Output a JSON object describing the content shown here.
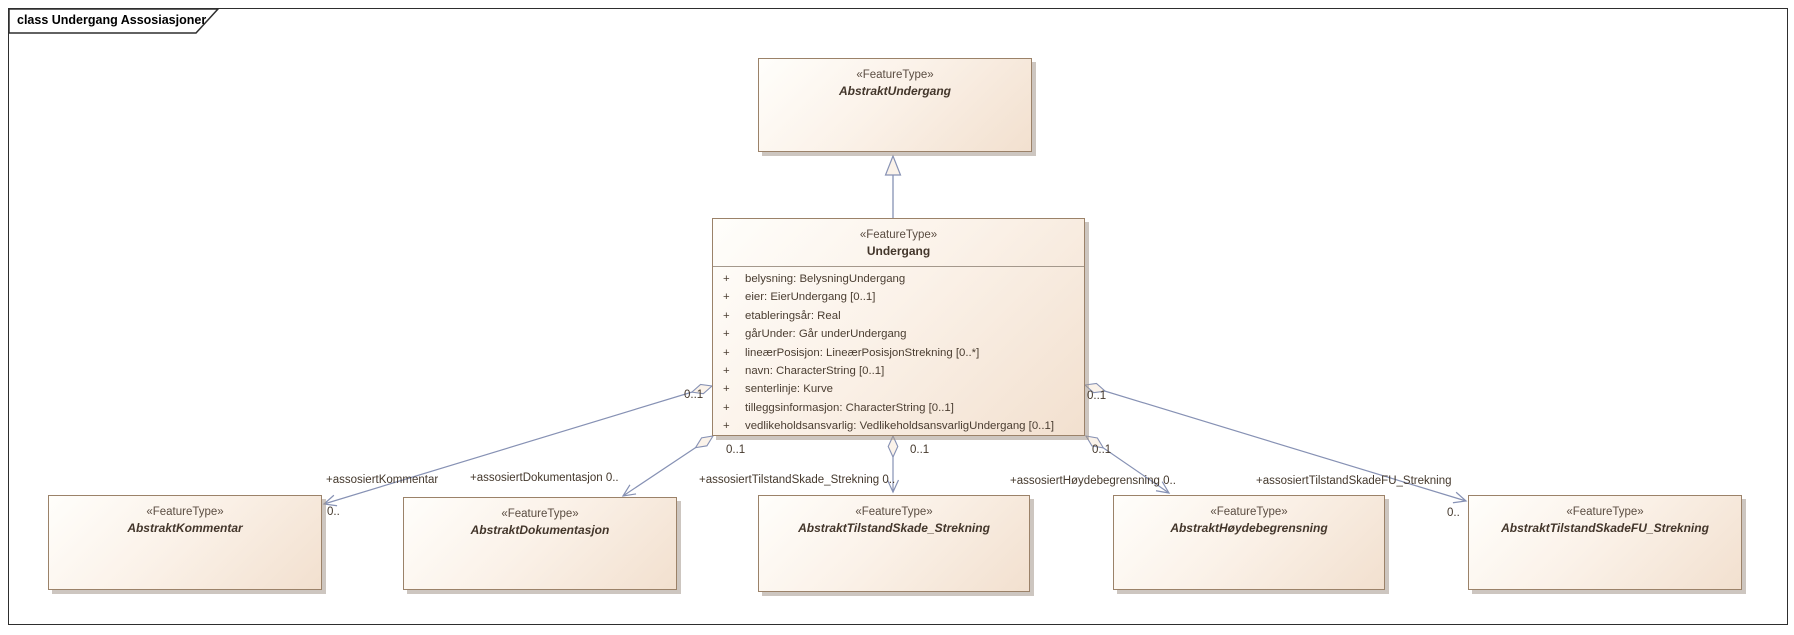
{
  "frame": {
    "label": "class Undergang Assosiasjoner"
  },
  "classes": {
    "abstraktUndergang": {
      "stereotype": "«FeatureType»",
      "name": "AbstraktUndergang"
    },
    "undergang": {
      "stereotype": "«FeatureType»",
      "name": "Undergang",
      "visibility": "+",
      "attributes": [
        "belysning: BelysningUndergang",
        "eier: EierUndergang [0..1]",
        "etableringsår: Real",
        "gårUnder: Går underUndergang",
        "lineærPosisjon: LineærPosisjonStrekning [0..*]",
        "navn: CharacterString [0..1]",
        "senterlinje: Kurve",
        "tilleggsinformasjon: CharacterString [0..1]",
        "vedlikeholdsansvarlig: VedlikeholdsansvarligUndergang [0..1]"
      ]
    },
    "abstraktKommentar": {
      "stereotype": "«FeatureType»",
      "name": "AbstraktKommentar"
    },
    "abstraktDokumentasjon": {
      "stereotype": "«FeatureType»",
      "name": "AbstraktDokumentasjon"
    },
    "abstraktTilstandSkadeStrekning": {
      "stereotype": "«FeatureType»",
      "name": "AbstraktTilstandSkade_Strekning"
    },
    "abstraktHoydebegrensning": {
      "stereotype": "«FeatureType»",
      "name": "AbstraktHøydebegrensning"
    },
    "abstraktTilstandSkadeFUStrekning": {
      "stereotype": "«FeatureType»",
      "name": "AbstraktTilstandSkadeFU_Strekning"
    }
  },
  "associations": {
    "kommentar": {
      "label": "+assosiertKommentar",
      "source_mult": "0..1",
      "target_mult": "0.."
    },
    "dokumentasjon": {
      "label": "+assosiertDokumentasjon 0..",
      "source_mult": "0..1"
    },
    "tilstandSkadeStrekning": {
      "label": "+assosiertTilstandSkade_Strekning 0..",
      "source_mult": "0..1"
    },
    "hoydebegrensning": {
      "label": "+assosiertHøydebegrensning 0..",
      "source_mult": "0..1"
    },
    "tilstandSkadeFUStrekning": {
      "label": "+assosiertTilstandSkadeFU_Strekning",
      "source_mult": "0..1",
      "target_mult": "0.."
    }
  },
  "colors": {
    "box_fill_light": "#fffefb",
    "box_fill_dark": "#f2e0cf",
    "box_border": "#9b8269",
    "connector": "#8691b4",
    "frame_border": "#2e2e2e",
    "text": "#44382c"
  }
}
